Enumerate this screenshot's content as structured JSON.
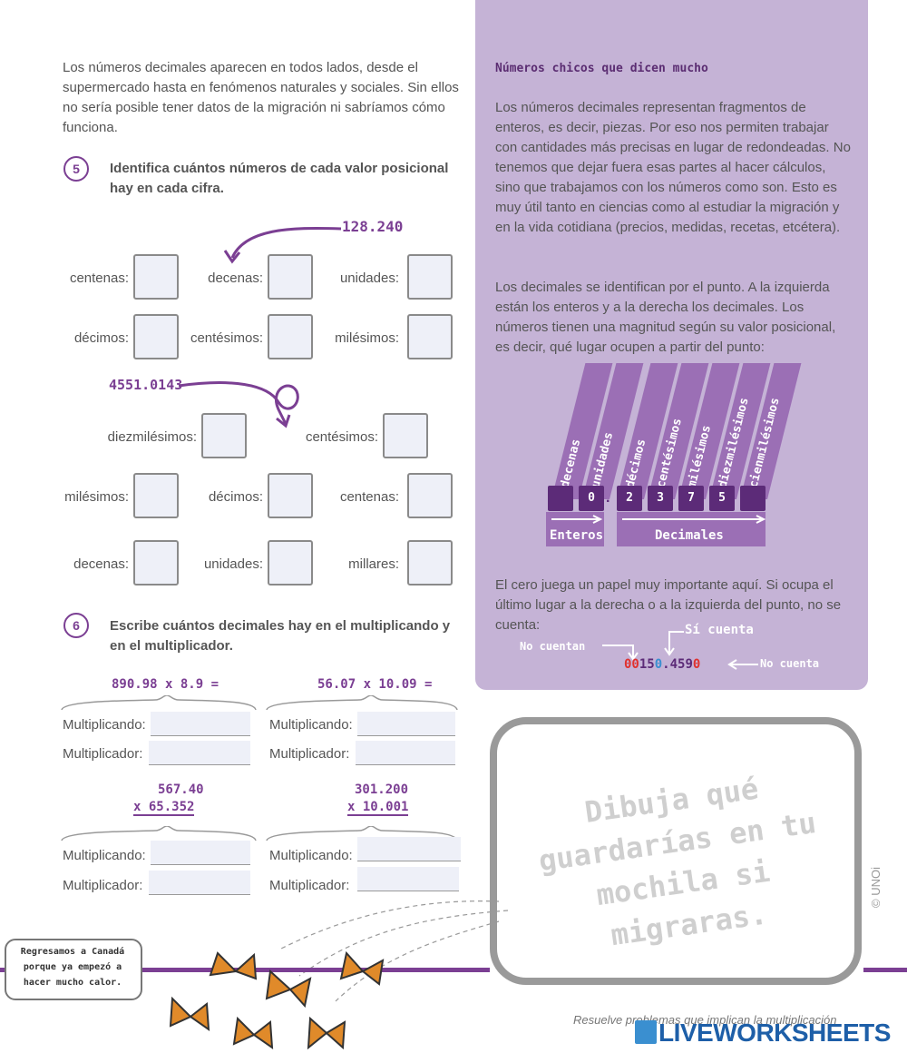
{
  "intro": "Los números decimales aparecen en todos lados, desde el supermercado hasta en fenómenos naturales y sociales. Sin ellos no sería posible tener datos de la migración ni sabríamos cómo funciona.",
  "ex5": {
    "number": "5",
    "instruction": "Identifica cuántos números de cada valor posicional hay en cada cifra.",
    "figure1": "128.240",
    "group1": [
      "centenas:",
      "decenas:",
      "unidades:",
      "décimos:",
      "centésimos:",
      "milésimos:"
    ],
    "figure2": "4551.0143",
    "group2": [
      "diezmilésimos:",
      "centésimos:",
      "milésimos:",
      "décimos:",
      "centenas:",
      "decenas:",
      "unidades:",
      "millares:"
    ]
  },
  "ex6": {
    "number": "6",
    "instruction": "Escribe cuántos decimales hay en el multiplicando y en el multiplicador.",
    "op1": "890.98 x 8.9 =",
    "op2": "56.07 x 10.09 =",
    "op3_top": "567.40",
    "op3_bottom": "x 65.352",
    "op4_top": "301.200",
    "op4_bottom": "x 10.001",
    "multiplicando": "Multiplicando:",
    "multiplicador": "Multiplicador:"
  },
  "side": {
    "title": "Números chicos que dicen mucho",
    "p1": "Los números decimales representan fragmentos de enteros, es decir, piezas. Por eso nos permiten trabajar con cantidades más precisas en lugar de redondeadas. No tenemos que dejar fuera esas partes al hacer cálculos, sino que trabajamos con los números como son. Esto es muy útil tanto en ciencias como al estudiar la migración y en la vida cotidiana (precios, medidas, recetas, etcétera).",
    "p2": "Los decimales se identifican por el punto. A la izquierda están los enteros y a la derecha los decimales. Los números tienen una magnitud según su valor posicional, es decir, qué lugar ocupen a partir del punto:",
    "columns": [
      "decenas",
      "unidades",
      "décimos",
      "centésimos",
      "milésimos",
      "diezmilésimos",
      "cienmilésimos"
    ],
    "digits": [
      "",
      "0",
      "2",
      "3",
      "7",
      "5",
      ""
    ],
    "dot": ".",
    "enteros": "Enteros",
    "decimales": "Decimales",
    "p3": "El cero juega un papel muy importante aquí. Si ocupa el último lugar a la derecha o a la izquierda del punto, no se cuenta:",
    "si_cuenta": "Sí cuenta",
    "no_cuentan": "No cuentan",
    "no_cuenta": "No cuenta",
    "example": {
      "red1": "00",
      "black1": "15",
      "blue": "0",
      "black2": ".459",
      "red2": "0"
    }
  },
  "draw_prompt": "Dibuja qué guardarías en tu mochila si migraras.",
  "copyright": "© UNOi",
  "speech": "Regresamos a Canadá porque ya empezó a hacer mucho calor.",
  "footer_text": "Resuelve problemas que implican la multiplicación",
  "watermark": "LIVEWORKSHEETS",
  "colors": {
    "accent": "#7b3f93",
    "panel": "#c5b3d6",
    "zero_red": "#e0322f",
    "zero_blue": "#3a8fd0"
  }
}
